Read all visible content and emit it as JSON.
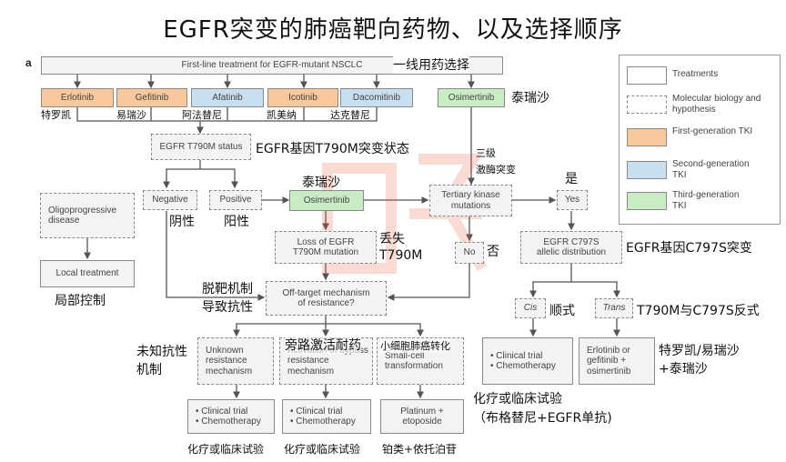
{
  "title": "EGFR突变的肺癌靶向药物、以及选择顺序",
  "panel_label": "a",
  "first_line": "First-line treatment for EGFR-mutant NSCLC",
  "first_line_cn": "一线用药选择",
  "drugs": {
    "erlotinib": "Erlotinib",
    "gefitinib": "Gefitinib",
    "afatinib": "Afatinib",
    "icotinib": "Icotinib",
    "dacomitinib": "Dacomitinib",
    "osimertinib": "Osimertinib"
  },
  "drugs_cn": {
    "erlotinib": "特罗凯",
    "gefitinib": "易瑞沙",
    "afatinib": "阿法替尼",
    "icotinib": "凯美纳",
    "dacomitinib": "达克替尼",
    "osimertinib": "泰瑞沙"
  },
  "t790m_status": "EGFR T790M status",
  "t790m_status_cn": "EGFR基因T790M突变状态",
  "oligo": "Oligoprogressive disease",
  "local_treatment": "Local treatment",
  "local_treatment_cn": "局部控制",
  "negative": "Negative",
  "negative_cn": "阴性",
  "positive": "Positive",
  "positive_cn": "阳性",
  "osimertinib2": "Osimertinib",
  "osimertinib2_cn": "泰瑞沙",
  "tertiary": "Tertiary kinase mutations",
  "tertiary_cn": "三级\n激酶突变",
  "yes": "Yes",
  "yes_cn": "是",
  "loss": "Loss of EGFR T790M mutation",
  "loss_cn": "丢失\nT790M",
  "no": "No",
  "no_cn": "否",
  "c797s": "EGFR C797S allelic distribution",
  "c797s_cn": "EGFR基因C797S突变",
  "offtarget": "Off-target mechanism of resistance?",
  "offtarget_cn": "脱靶机制\n导致抗性",
  "cis": "Cis",
  "cis_cn": "顺式",
  "trans": "Trans",
  "trans_cn": "T790M与C797S反式",
  "unknown": "Unknown resistance mechanism",
  "unknown_cn": "未知抗性\n机制",
  "bypass": "Activation of bypass resistance mechanism",
  "bypass_cn": "旁路激活耐药",
  "smallcell": "Small-cell transformation",
  "smallcell_cn": "小细胞肺癌转化",
  "clinical1": "• Clinical trial\n• Chemotherapy",
  "clinical2": "• Clinical trial\n• Chemotherapy",
  "platinum": "Platinum + etoposide",
  "clinical3": "• Clinical trial\n• Chemotherapy",
  "erlo_osim": "Erlotinib or gefitinib + osimertinib",
  "erlo_osim_cn": "特罗凯/易瑞沙\n+泰瑞沙",
  "cis_treat_cn": "化疗或临床试验\n（布格替尼+EGFR单抗)",
  "bottom1_cn": "化疗或临床试验",
  "bottom2_cn": "化疗或临床试验",
  "bottom3_cn": "铂类+依托泊苷",
  "legend": {
    "treatments": "Treatments",
    "molecular": "Molecular biology and hypothesis",
    "first_gen": "First-generation TKI",
    "second_gen": "Second-generation TKI",
    "third_gen": "Third-generation TKI"
  },
  "colors": {
    "first_gen": "#f6c89b",
    "second_gen": "#c9dff0",
    "third_gen": "#c9ecc4",
    "box": "#f3f3f3",
    "watermark": "#e8603c"
  }
}
